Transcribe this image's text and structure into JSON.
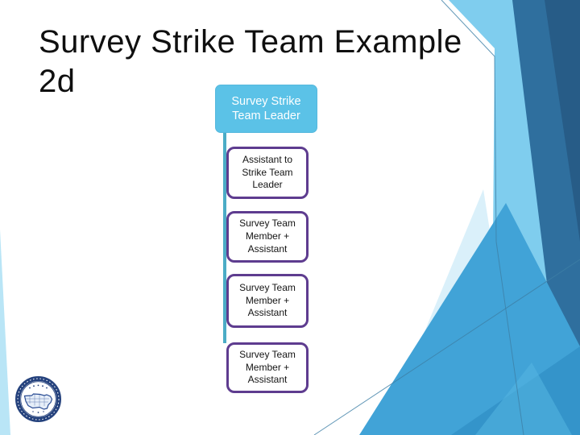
{
  "title": {
    "line1": "Survey Strike Team Example",
    "line2": "2d"
  },
  "org_chart": {
    "root": "Survey Strike Team Leader",
    "children": [
      "Assistant to Strike Team Leader",
      "Survey Team Member + Assistant",
      "Survey Team Member + Assistant",
      "Survey Team Member + Assistant"
    ]
  },
  "icons": {
    "logo": "us-map-seal"
  },
  "colors": {
    "title_text": "#0f0f0f",
    "root_box_fill": "#5BC2E7",
    "root_box_text": "#ffffff",
    "child_box_border": "#5E3C8F",
    "child_box_fill": "#ffffff",
    "child_box_text": "#141414",
    "connector": "#4BACC6",
    "accent_light_band": "#7FCDEE",
    "accent_medium_blue": "#41A3D7",
    "accent_steel_blue": "#2F6F9E",
    "accent_navy": "#275C87",
    "accent_pale": "#D6EEFA",
    "left_wedge": "#B9E5F6",
    "seal_navy": "#25427D"
  }
}
